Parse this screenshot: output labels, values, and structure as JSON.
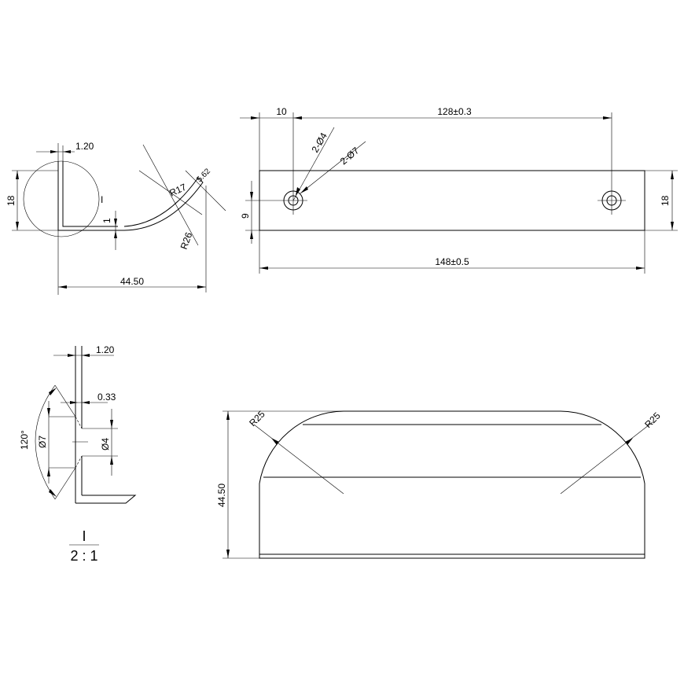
{
  "side_view": {
    "thickness": "1.20",
    "height": "18",
    "offset": "1",
    "inner_radius": "R17",
    "width": "5.62",
    "outer_radius": "R26",
    "depth": "44.50",
    "detail_marker": "I"
  },
  "top_view": {
    "edge_to_hole": "10",
    "hole_spacing": "128±0.3",
    "small_hole": "2-Ø4",
    "large_hole": "2-Ø7",
    "hole_height": "9",
    "height": "18",
    "length": "148±0.5"
  },
  "detail_view": {
    "thickness": "1.20",
    "countersink_depth": "0.33",
    "angle": "120°",
    "countersink_diameter": "Ø7",
    "hole_diameter": "Ø4",
    "label": "I",
    "scale": "2 : 1"
  },
  "front_view": {
    "height": "44.50",
    "left_radius": "R25",
    "right_radius": "R25"
  }
}
